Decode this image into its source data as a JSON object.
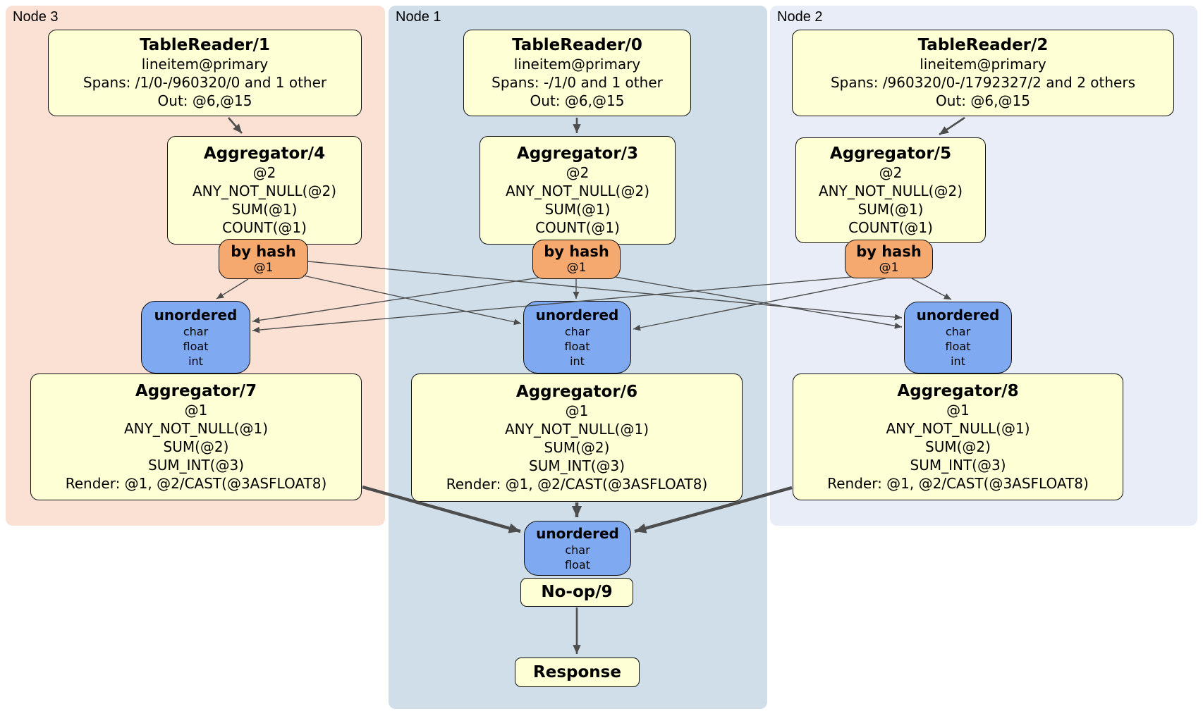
{
  "panels": [
    {
      "label": "Node 3",
      "table_reader": {
        "title": "TableReader/1",
        "lines": [
          "lineitem@primary",
          "Spans: /1/0-/960320/0 and 1 other",
          "Out: @6,@15"
        ]
      },
      "aggregator_top": {
        "title": "Aggregator/4",
        "lines": [
          "@2",
          "ANY_NOT_NULL(@2)",
          "SUM(@1)",
          "COUNT(@1)"
        ]
      },
      "hash_router": {
        "title": "by hash",
        "key": "@1"
      },
      "sync": {
        "title": "unordered",
        "columns": [
          "char",
          "float",
          "int"
        ]
      },
      "aggregator_bottom": {
        "title": "Aggregator/7",
        "lines": [
          "@1",
          "ANY_NOT_NULL(@1)",
          "SUM(@2)",
          "SUM_INT(@3)",
          "Render: @1, @2/CAST(@3ASFLOAT8)"
        ]
      }
    },
    {
      "label": "Node 1",
      "table_reader": {
        "title": "TableReader/0",
        "lines": [
          "lineitem@primary",
          "Spans: -/1/0 and 1 other",
          "Out: @6,@15"
        ]
      },
      "aggregator_top": {
        "title": "Aggregator/3",
        "lines": [
          "@2",
          "ANY_NOT_NULL(@2)",
          "SUM(@1)",
          "COUNT(@1)"
        ]
      },
      "hash_router": {
        "title": "by hash",
        "key": "@1"
      },
      "sync": {
        "title": "unordered",
        "columns": [
          "char",
          "float",
          "int"
        ]
      },
      "aggregator_bottom": {
        "title": "Aggregator/6",
        "lines": [
          "@1",
          "ANY_NOT_NULL(@1)",
          "SUM(@2)",
          "SUM_INT(@3)",
          "Render: @1, @2/CAST(@3ASFLOAT8)"
        ]
      }
    },
    {
      "label": "Node 2",
      "table_reader": {
        "title": "TableReader/2",
        "lines": [
          "lineitem@primary",
          "Spans: /960320/0-/1792327/2 and 2 others",
          "Out: @6,@15"
        ]
      },
      "aggregator_top": {
        "title": "Aggregator/5",
        "lines": [
          "@2",
          "ANY_NOT_NULL(@2)",
          "SUM(@1)",
          "COUNT(@1)"
        ]
      },
      "hash_router": {
        "title": "by hash",
        "key": "@1"
      },
      "sync": {
        "title": "unordered",
        "columns": [
          "char",
          "float",
          "int"
        ]
      },
      "aggregator_bottom": {
        "title": "Aggregator/8",
        "lines": [
          "@1",
          "ANY_NOT_NULL(@1)",
          "SUM(@2)",
          "SUM_INT(@3)",
          "Render: @1, @2/CAST(@3ASFLOAT8)"
        ]
      }
    }
  ],
  "final_stage": {
    "sync": {
      "title": "unordered",
      "columns": [
        "char",
        "float"
      ]
    },
    "noop_label": "No-op/9",
    "response_label": "Response"
  },
  "colors": {
    "node3_panel": "#fbe0d4",
    "node1_panel": "#cfdee9",
    "node2_panel": "#e9edf8",
    "processor_fill": "#ffffd6",
    "router_fill": "#f6a96e",
    "sync_fill": "#7fa9f0",
    "edge": "#4d4d4d"
  }
}
